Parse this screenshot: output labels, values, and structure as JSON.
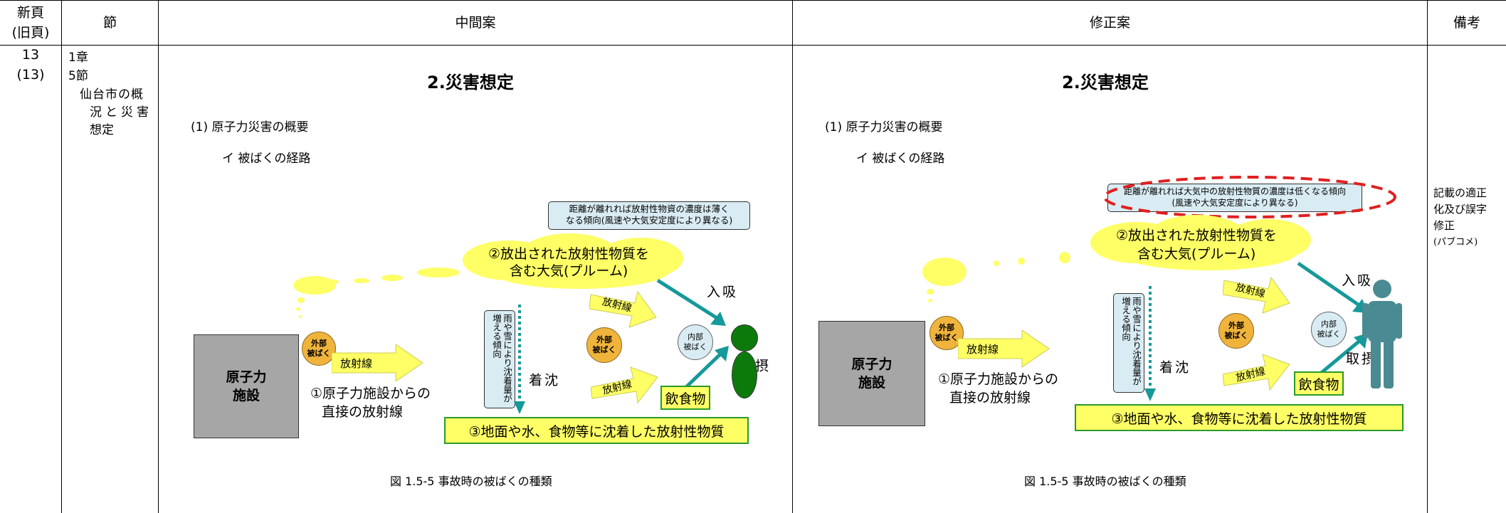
{
  "header": {
    "page_label_line1": "新頁",
    "page_label_line2": "(旧頁)",
    "section": "節",
    "interim": "中間案",
    "revised": "修正案",
    "remarks": "備考"
  },
  "row": {
    "page_new": "13",
    "page_old": "(13)",
    "chapter": "1章",
    "section_no": "5節",
    "section_title_1": "仙台市の概",
    "section_title_2": "況と災害",
    "section_title_3": "想定",
    "remarks_1": "記載の適正",
    "remarks_2": "化及び誤字",
    "remarks_3": "修正",
    "remarks_4": "(パブコメ)"
  },
  "interim": {
    "heading": "2.災害想定",
    "sub1": "(1)  原子力災害の概要",
    "sub2": "イ  被ばくの経路",
    "info_line1": "距離が離れれば放射性物資の濃度は薄く",
    "info_line2": "なる傾向(風速や大気安定度により異なる)",
    "plume_line1": "②放出された放射性物質を",
    "plume_line2": "含む大気(プルーム)",
    "facility_line1": "原子力",
    "facility_line2": "施設",
    "external1_line1": "外部",
    "external1_line2": "被ばく",
    "radiation1": "放射線",
    "direct_line1": "①原子力施設からの",
    "direct_line2": "直接の放射線",
    "rain_box": "雨や雪により沈着量が増える傾向",
    "deposit": "沈着",
    "external2_line1": "外部",
    "external2_line2": "被ばく",
    "radiation2": "放射線",
    "radiation3": "放射線",
    "internal_line1": "内部",
    "internal_line2": "被ばく",
    "inhale": "吸入",
    "ingest": "摂取",
    "food": "飲食物",
    "ground": "③地面や水、食物等に沈着した放射性物質",
    "caption": "図 1.5-5   事故時の被ばくの種類"
  },
  "revised": {
    "heading": "2.災害想定",
    "sub1": "(1)  原子力災害の概要",
    "sub2": "イ  被ばくの経路",
    "info_line1": "距離が離れれば大気中の放射性物質の濃度は低くなる傾向",
    "info_line2": "(風速や大気安定度により異なる)",
    "plume_line1": "②放出された放射性物質を",
    "plume_line2": "含む大気(プルーム)",
    "facility_line1": "原子力",
    "facility_line2": "施設",
    "external1_line1": "外部",
    "external1_line2": "被ばく",
    "radiation1": "放射線",
    "direct_line1": "①原子力施設からの",
    "direct_line2": "直接の放射線",
    "rain_box": "雨や雪により沈着量が増える傾向",
    "deposit": "沈着",
    "external2_line1": "外部",
    "external2_line2": "被ばく",
    "radiation2": "放射線",
    "radiation3": "放射線",
    "internal_line1": "内部",
    "internal_line2": "被ばく",
    "inhale": "吸入",
    "ingest": "摂取",
    "food": "飲食物",
    "ground": "③地面や水、食物等に沈着した放射性物質",
    "caption": "図 1.5-5   事故時の被ばくの種類"
  },
  "colors": {
    "facility": "#a6a6a6",
    "cloud": "#ffff66",
    "teal_arrow": "#15999a",
    "orange_circle": "#f0b43c",
    "blue_circle": "#d9ecf4",
    "person_interim": "#0b7a0b",
    "person_revised": "#4a8a92",
    "highlight_ellipse": "#e02020"
  }
}
